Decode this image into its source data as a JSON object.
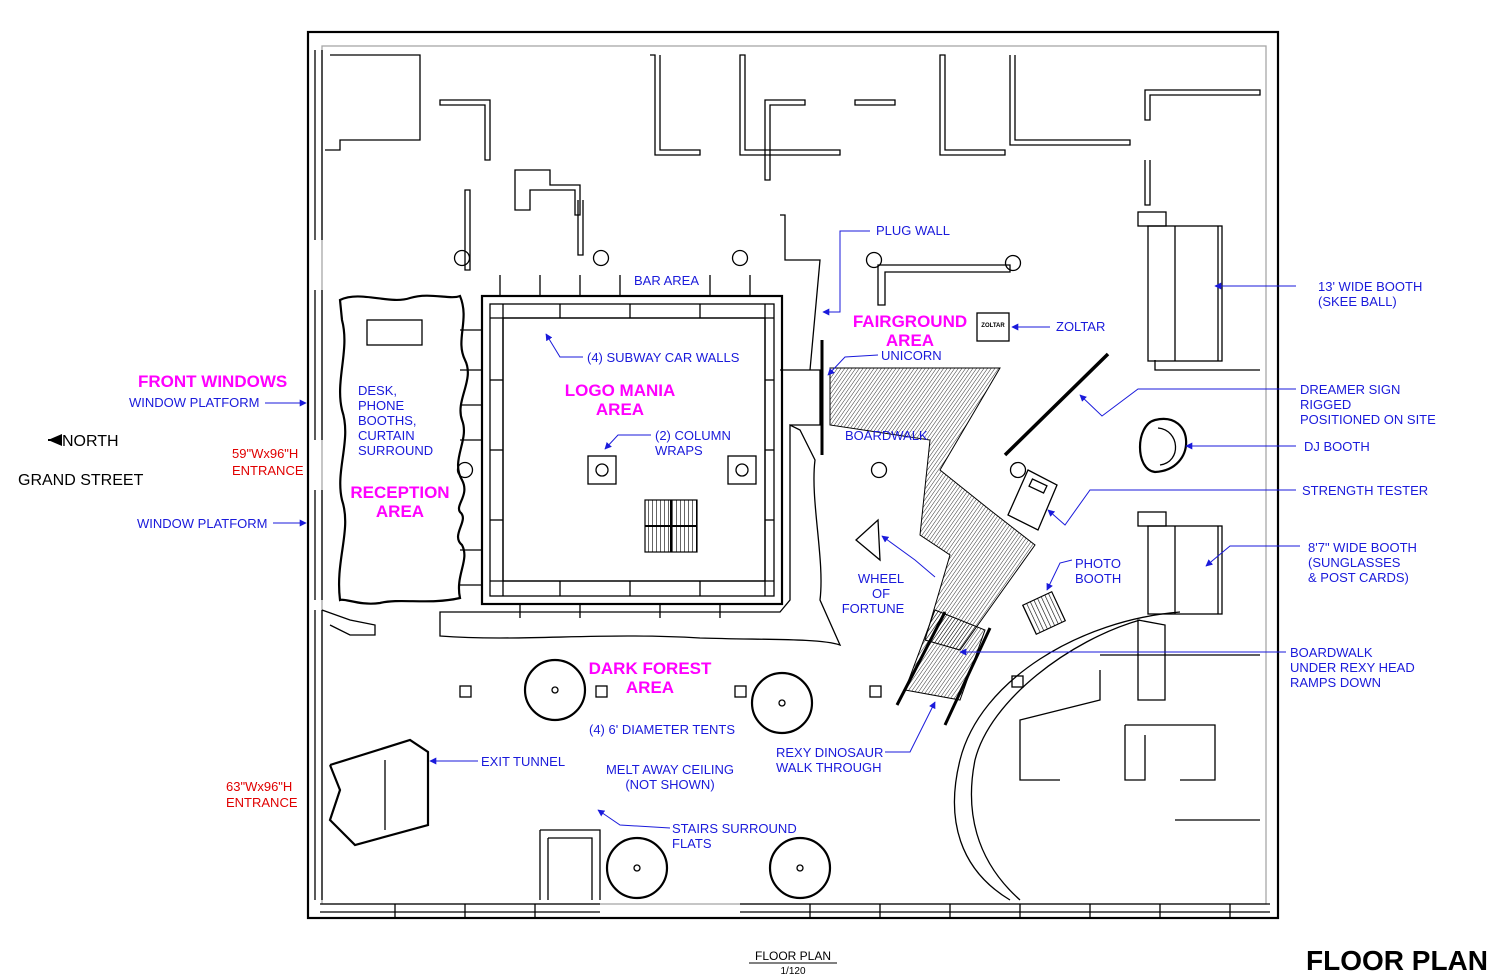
{
  "title": "FLOOR PLAN",
  "footer": {
    "label": "FLOOR PLAN",
    "scale": "1/120"
  },
  "street": {
    "north": "NORTH",
    "street_name": "GRAND STREET"
  },
  "areas": {
    "front_windows": "FRONT WINDOWS",
    "fairground": [
      "FAIRGROUND",
      "AREA"
    ],
    "logo_mania": [
      "LOGO MANIA",
      "AREA"
    ],
    "reception": [
      "RECEPTION",
      "AREA"
    ],
    "dark_forest": [
      "DARK FOREST",
      "AREA"
    ]
  },
  "entrances": {
    "entrance_1": [
      "59\"Wx96\"H",
      "ENTRANCE"
    ],
    "entrance_2": [
      "63\"Wx96\"H",
      "ENTRANCE"
    ]
  },
  "labels": {
    "window_platform_1": "WINDOW PLATFORM",
    "window_platform_2": "WINDOW PLATFORM",
    "desk": [
      "DESK,",
      "PHONE",
      "BOOTHS,",
      "CURTAIN",
      "SURROUND"
    ],
    "bar_area": "BAR AREA",
    "subway_car_walls": "(4) SUBWAY CAR WALLS",
    "column_wraps": [
      "(2) COLUMN",
      "WRAPS"
    ],
    "plug_wall": "PLUG WALL",
    "zoltar": "ZOLTAR",
    "zoltar_box": "ZOLTAR",
    "unicorn": "UNICORN",
    "boardwalk": "BOARDWALK",
    "wheel_of_fortune": [
      "WHEEL",
      "OF",
      "FORTUNE"
    ],
    "photo_booth": [
      "PHOTO",
      "BOOTH"
    ],
    "skee_ball_booth": [
      "13' WIDE BOOTH",
      "(SKEE BALL)"
    ],
    "dreamer_sign": [
      "DREAMER SIGN",
      "RIGGED",
      "POSITIONED ON SITE"
    ],
    "dj_booth": "DJ BOOTH",
    "strength_tester": "STRENGTH TESTER",
    "sunglasses_booth": [
      "8'7\" WIDE BOOTH",
      "(SUNGLASSES",
      "& POST CARDS)"
    ],
    "boardwalk_rexy": [
      "BOARDWALK",
      "UNDER REXY HEAD",
      "RAMPS DOWN"
    ],
    "tents": "(4) 6' DIAMETER TENTS",
    "rexy": [
      "REXY DINOSAUR",
      "WALK THROUGH"
    ],
    "exit_tunnel": "EXIT TUNNEL",
    "melt_away": [
      "MELT AWAY CEILING",
      "(NOT SHOWN)"
    ],
    "stairs": [
      "STAIRS SURROUND",
      "FLATS"
    ]
  },
  "colors": {
    "label": "#1a1adb",
    "area": "#ff00ff",
    "entrance": "#e00000",
    "line": "#000000"
  }
}
